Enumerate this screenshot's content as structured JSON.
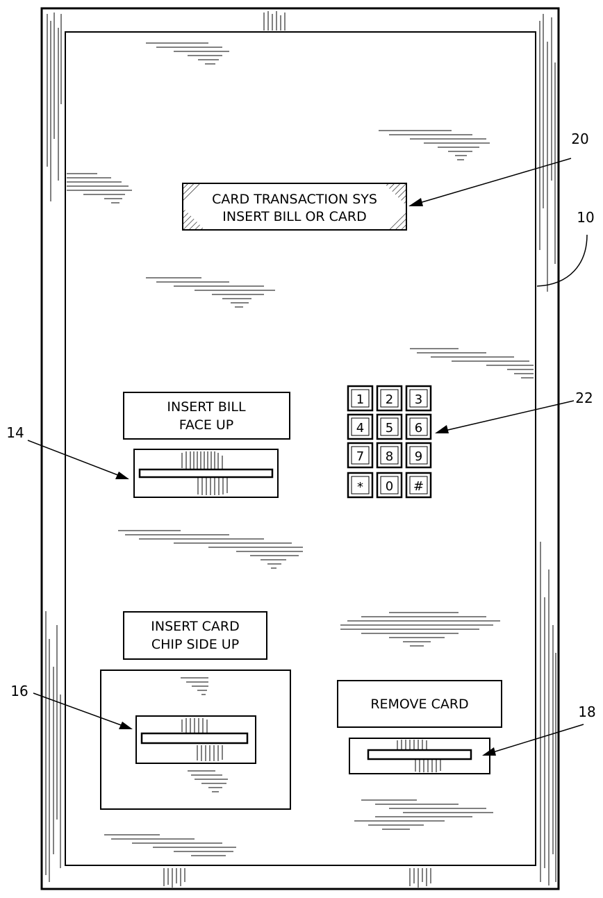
{
  "display": {
    "line1": "CARD TRANSACTION SYS",
    "line2": "INSERT BILL OR CARD"
  },
  "bill_label": {
    "line1": "INSERT BILL",
    "line2": "FACE UP"
  },
  "card_label": {
    "line1": "INSERT CARD",
    "line2": "CHIP SIDE UP"
  },
  "remove_label": "REMOVE CARD",
  "keypad": {
    "keys": [
      "1",
      "2",
      "3",
      "4",
      "5",
      "6",
      "7",
      "8",
      "9",
      "*",
      "0",
      "#"
    ]
  },
  "reference_numerals": {
    "housing": "10",
    "bill_slot": "14",
    "card_slot": "16",
    "return_slot": "18",
    "display": "20",
    "keypad": "22"
  }
}
